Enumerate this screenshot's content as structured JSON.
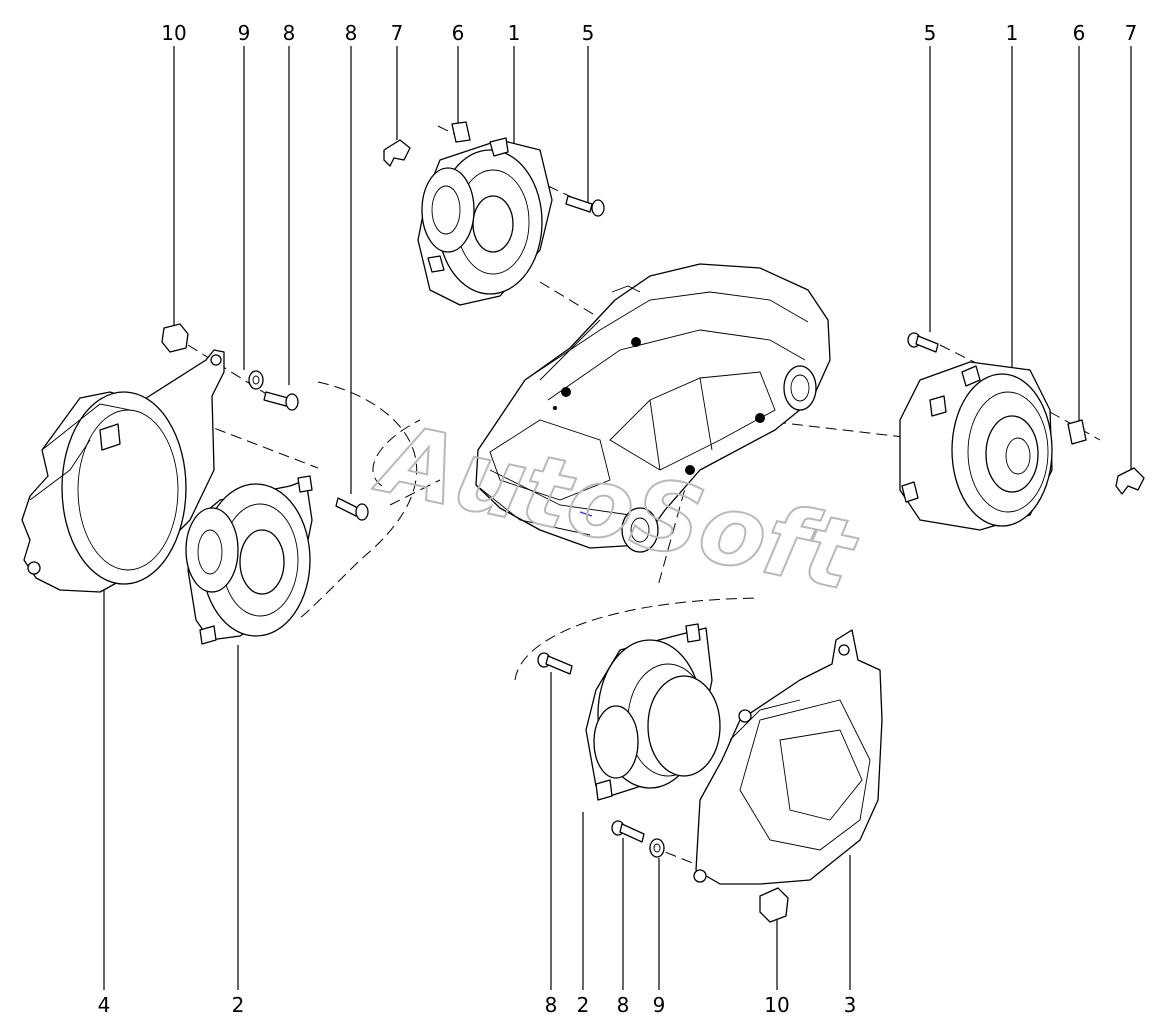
{
  "watermark": "AutoSoft",
  "callouts": {
    "top_left": [
      "10",
      "9",
      "8",
      "8",
      "7",
      "6",
      "1",
      "5"
    ],
    "top_right": [
      "5",
      "1",
      "6",
      "7"
    ],
    "bottom_left": [
      "4",
      "2"
    ],
    "bottom_right": [
      "8",
      "2",
      "8",
      "9",
      "10",
      "3"
    ]
  },
  "parts": [
    {
      "id": "1",
      "name": "speaker-front"
    },
    {
      "id": "2",
      "name": "speaker-rear"
    },
    {
      "id": "3",
      "name": "speaker-bracket-right"
    },
    {
      "id": "4",
      "name": "speaker-bracket-left"
    },
    {
      "id": "5",
      "name": "screw"
    },
    {
      "id": "6",
      "name": "clip-nut"
    },
    {
      "id": "7",
      "name": "cable-clip"
    },
    {
      "id": "8",
      "name": "bolt"
    },
    {
      "id": "9",
      "name": "washer"
    },
    {
      "id": "10",
      "name": "grommet"
    }
  ]
}
